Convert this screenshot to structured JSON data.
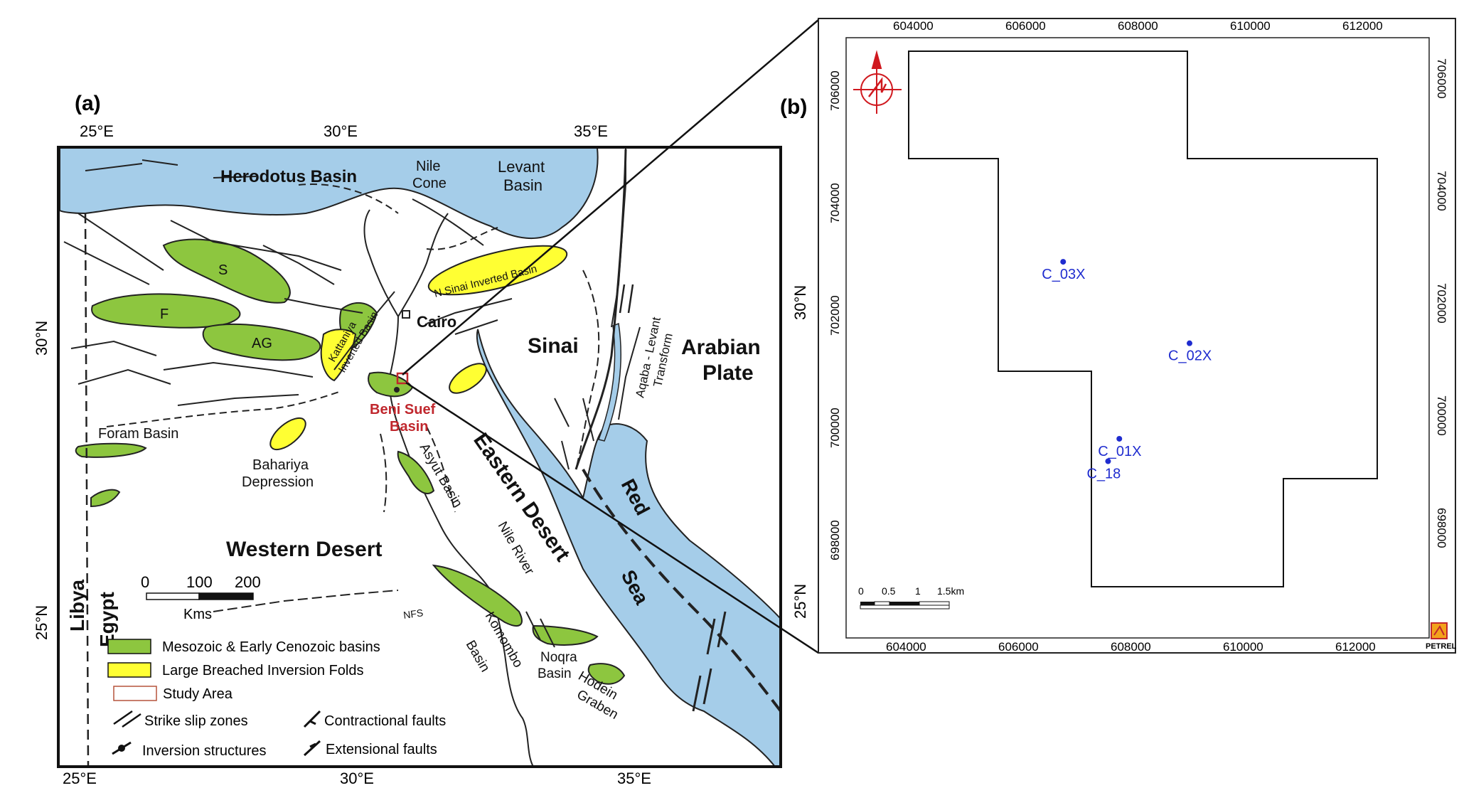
{
  "panel_a": {
    "label": "(a)",
    "lon_ticks": [
      "25°E",
      "30°E",
      "35°E"
    ],
    "lat_ticks": [
      "30°N",
      "25°N"
    ],
    "regions": {
      "herodotus": "Herodotus Basin",
      "nile_cone_1": "Nile",
      "nile_cone_2": "Cone",
      "levant_1": "Levant",
      "levant_2": "Basin",
      "sinai": "Sinai",
      "arabian_1": "Arabian",
      "arabian_2": "Plate",
      "cairo": "Cairo",
      "beni_suef_1": "Beni Suef",
      "beni_suef_2": "Basin",
      "eastern_desert": "Eastern Desert",
      "western_desert": "Western Desert",
      "foram": "Foram Basin",
      "bahariya_1": "Bahariya",
      "bahariya_2": "Depression",
      "asyut": "Asyut Basin",
      "nile_river": "Nile River",
      "komombo_1": "Komombo",
      "komombo_2": "Basin",
      "noqra_1": "Noqra",
      "noqra_2": "Basin",
      "hodein_1": "Hodein",
      "hodein_2": "Graben",
      "red": "Red",
      "sea": "Sea",
      "aqaba_1": "Aqaba - Levant",
      "aqaba_2": "Transform",
      "n_sinai": "N.Sinai Inverted Basin",
      "kattaniya_1": "Kattaniya",
      "kattaniya_2": "Inverted Basin",
      "s": "S",
      "f": "F",
      "ag": "AG",
      "nfs": "NFS",
      "libya": "Libya",
      "egypt": "Egypt"
    },
    "scale": {
      "ticks": [
        "0",
        "100",
        "200"
      ],
      "unit": "Kms"
    },
    "legend": [
      {
        "label": "Mesozoic & Early Cenozoic basins",
        "color": "#8dc63f"
      },
      {
        "label": "Large Breached Inversion Folds",
        "color": "#ffff33"
      },
      {
        "label": "Study Area",
        "color": "#b5533c"
      }
    ],
    "legend_symbols": {
      "strike_slip": "Strike slip zones",
      "contractional": "Contractional faults",
      "inversion": "Inversion structures",
      "extensional": "Extensional faults"
    },
    "colors": {
      "sea": "#a5cde9",
      "basin": "#8dc63f",
      "fold": "#ffff33",
      "study": "#c0272d"
    }
  },
  "panel_b": {
    "label": "(b)",
    "x_ticks": [
      "604000",
      "606000",
      "608000",
      "610000",
      "612000"
    ],
    "y_ticks": [
      "706000",
      "704000",
      "702000",
      "700000",
      "698000"
    ],
    "wells": [
      {
        "name": "C_03X",
        "easting": 606750,
        "northing": 703100
      },
      {
        "name": "C_02X",
        "easting": 609000,
        "northing": 701650
      },
      {
        "name": "C_01X",
        "easting": 607750,
        "northing": 699950
      },
      {
        "name": "C_18",
        "easting": 607550,
        "northing": 699550
      }
    ],
    "scale": {
      "ticks": [
        "0",
        "0.5",
        "1",
        "1.5km"
      ]
    },
    "logo": "PETREL",
    "colors": {
      "wells": "#1f2ccf",
      "north_arrow": "#d0191f"
    }
  }
}
